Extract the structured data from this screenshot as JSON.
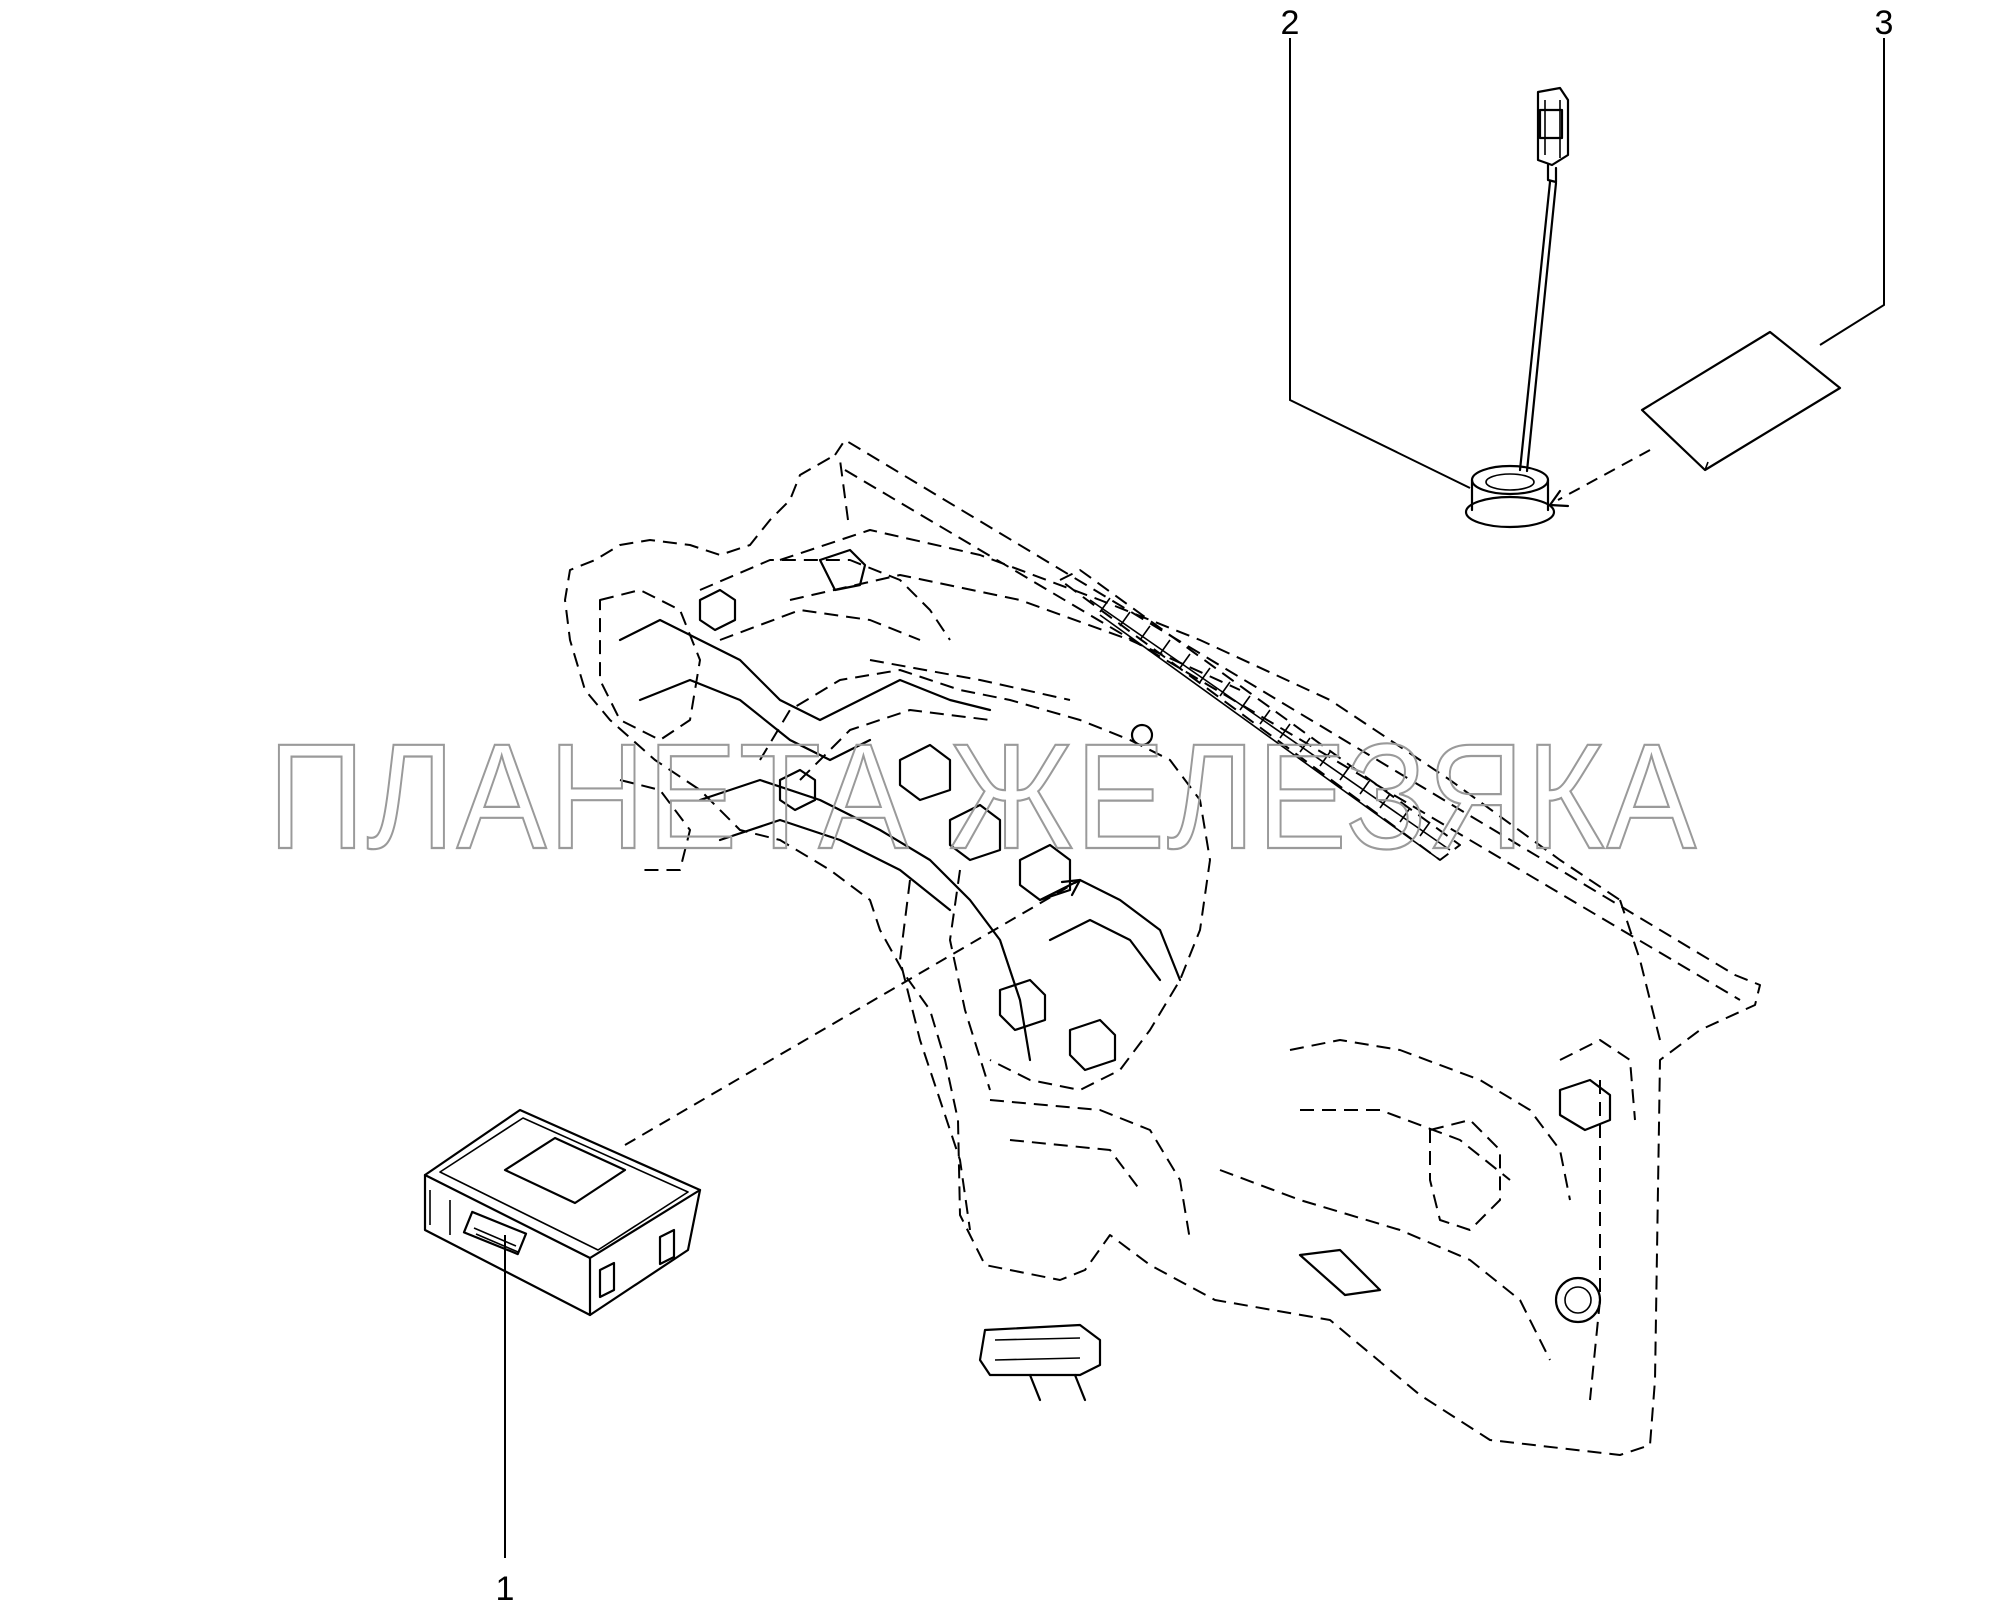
{
  "callouts": [
    {
      "number": "1",
      "part": "control-module"
    },
    {
      "number": "2",
      "part": "sensor-with-cable"
    },
    {
      "number": "3",
      "part": "adhesive-pad"
    }
  ],
  "watermark": "ПЛАНЕТА ЖЕЛЕЗЯКА",
  "colors": {
    "line": "#000000",
    "watermark": "#9a9a9a",
    "background": "#ffffff"
  }
}
